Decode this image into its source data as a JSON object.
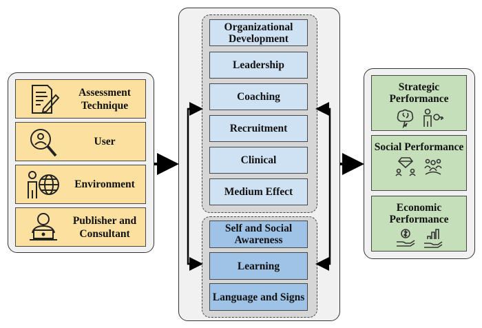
{
  "left_panel": {
    "items": [
      {
        "label": "Assessment Technique",
        "icon": "document-edit-icon"
      },
      {
        "label": "User",
        "icon": "magnifier-user-icon"
      },
      {
        "label": "Environment",
        "icon": "person-globe-icon"
      },
      {
        "label": "Publisher and Consultant",
        "icon": "person-laptop-icon"
      }
    ]
  },
  "center_panel": {
    "upper_group": [
      "Organizational Development",
      "Leadership",
      "Coaching",
      "Recruitment",
      "Clinical",
      "Medium Effect"
    ],
    "lower_group": [
      "Self and Social Awareness",
      "Learning",
      "Language and Signs"
    ]
  },
  "right_panel": {
    "items": [
      {
        "label": "Strategic Performance",
        "icons": [
          "brain-idea-icon",
          "person-key-icon"
        ]
      },
      {
        "label": "Social Performance",
        "icons": [
          "diamond-people-icon",
          "group-people-icon"
        ]
      },
      {
        "label": "Economic Performance",
        "icons": [
          "hand-coin-icon",
          "hand-growth-icon"
        ]
      }
    ]
  },
  "colors": {
    "left_box": "#fbe0a0",
    "center_upper_box": "#cfe2f3",
    "center_lower_box": "#9fc2e7",
    "right_box": "#c4dfb9"
  }
}
